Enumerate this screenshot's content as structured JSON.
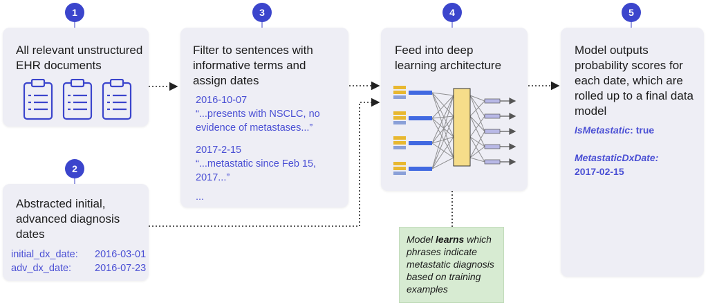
{
  "steps": [
    {
      "number": "1",
      "text": "All relevant unstructured\nEHR documents"
    },
    {
      "number": "2",
      "text": "Abstracted initial,\nadvanced diagnosis\ndates"
    },
    {
      "number": "3",
      "text": "Filter to sentences with\ninformative terms and\nassign dates"
    },
    {
      "number": "4",
      "text": "Feed into deep\nlearning architecture"
    },
    {
      "number": "5",
      "text": "Model outputs\nprobability scores for\neach date, which are\nrolled up to a final data\nmodel"
    }
  ],
  "abstracted": {
    "initial_key": "initial_dx_date:",
    "initial_val": "2016-03-01",
    "adv_key": "adv_dx_date:",
    "adv_val": "2016-07-23"
  },
  "sentences": {
    "date1": "2016-10-07",
    "quote1": "“...presents with NSCLC, no\nevidence of metastases...”",
    "date2": "2017-2-15",
    "quote2": "“...metastatic since Feb 15,\n2017...”",
    "ellipsis": "..."
  },
  "outputs": {
    "field1": "IsMetastatic",
    "value1": ": true",
    "field2": "MetastaticDxDate:",
    "value2": "2017-02-15"
  },
  "note": {
    "pre": "Model ",
    "emph": "learns",
    "post": " which phrases indicate metastatic diagnosis based on training examples"
  },
  "icons": [
    "clipboard-icon",
    "neural-network-icon"
  ],
  "colors": {
    "accent": "#3b45cc",
    "box": "#eeeef5",
    "note": "#d7ebd2"
  }
}
